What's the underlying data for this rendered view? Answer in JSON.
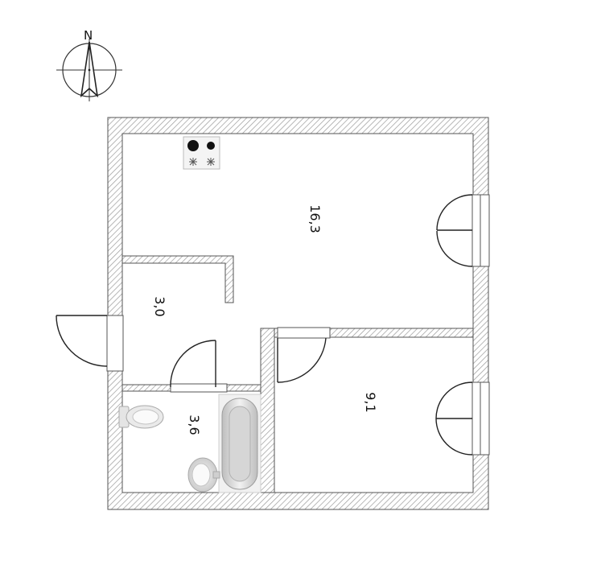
{
  "compass": {
    "north_label": "N",
    "icon": "compass-icon"
  },
  "rooms": {
    "kitchen_area": "16,3",
    "hallway_area": "3,0",
    "bathroom_area": "3,6",
    "bedroom_area": "9,1"
  },
  "colors": {
    "wall_outline": "#555555",
    "wall_hatch": "#9a9a9a",
    "background": "#ffffff"
  },
  "fixtures": [
    "stove-icon",
    "toilet-icon",
    "bathtub-icon",
    "sink-icon"
  ]
}
